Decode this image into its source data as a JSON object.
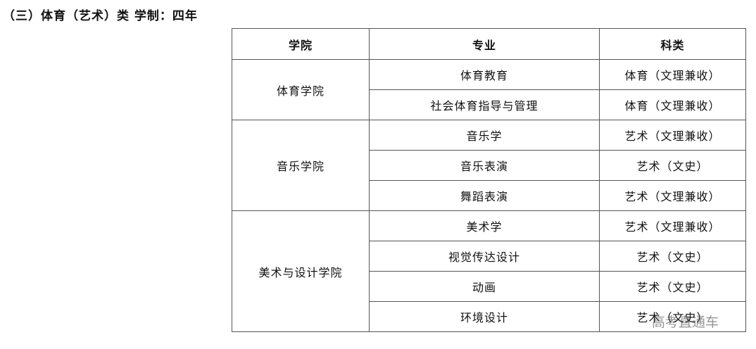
{
  "heading": "（三）体育（艺术）类 学制：四年",
  "table": {
    "headers": [
      "学院",
      "专业",
      "科类"
    ],
    "groups": [
      {
        "college": "体育学院",
        "rows": [
          {
            "major": "体育教育",
            "category": "体育（文理兼收）"
          },
          {
            "major": "社会体育指导与管理",
            "category": "体育（文理兼收）"
          }
        ]
      },
      {
        "college": "音乐学院",
        "rows": [
          {
            "major": "音乐学",
            "category": "艺术（文理兼收）"
          },
          {
            "major": "音乐表演",
            "category": "艺术（文史）"
          },
          {
            "major": "舞蹈表演",
            "category": "艺术（文理兼收）"
          }
        ]
      },
      {
        "college": "美术与设计学院",
        "rows": [
          {
            "major": "美术学",
            "category": "艺术（文理兼收）"
          },
          {
            "major": "视觉传达设计",
            "category": "艺术（文史）"
          },
          {
            "major": "动画",
            "category": "艺术（文史）"
          },
          {
            "major": "环境设计",
            "category": "艺术（文史）"
          }
        ]
      }
    ]
  },
  "watermark": "高考直通车"
}
